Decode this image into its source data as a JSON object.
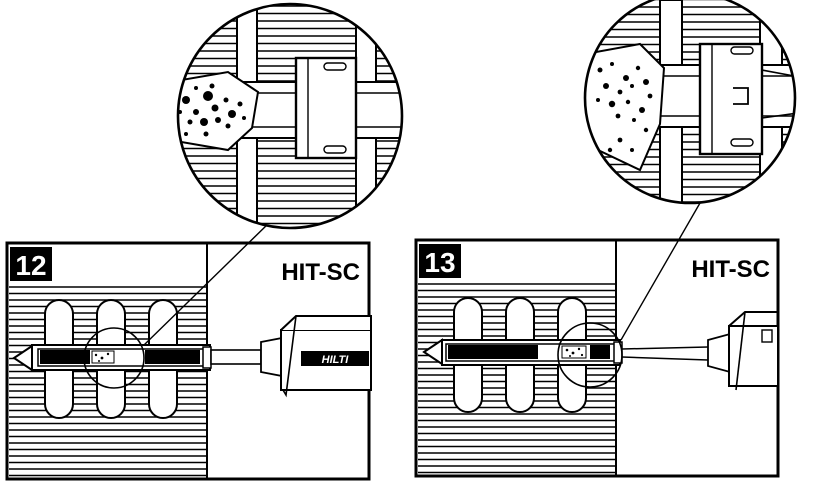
{
  "panels": [
    {
      "step": "12",
      "label": "HIT-SC"
    },
    {
      "step": "13",
      "label": "HIT-SC"
    }
  ],
  "nozzle_brand": "HILTI",
  "colors": {
    "ink": "#000000",
    "paper": "#ffffff"
  }
}
